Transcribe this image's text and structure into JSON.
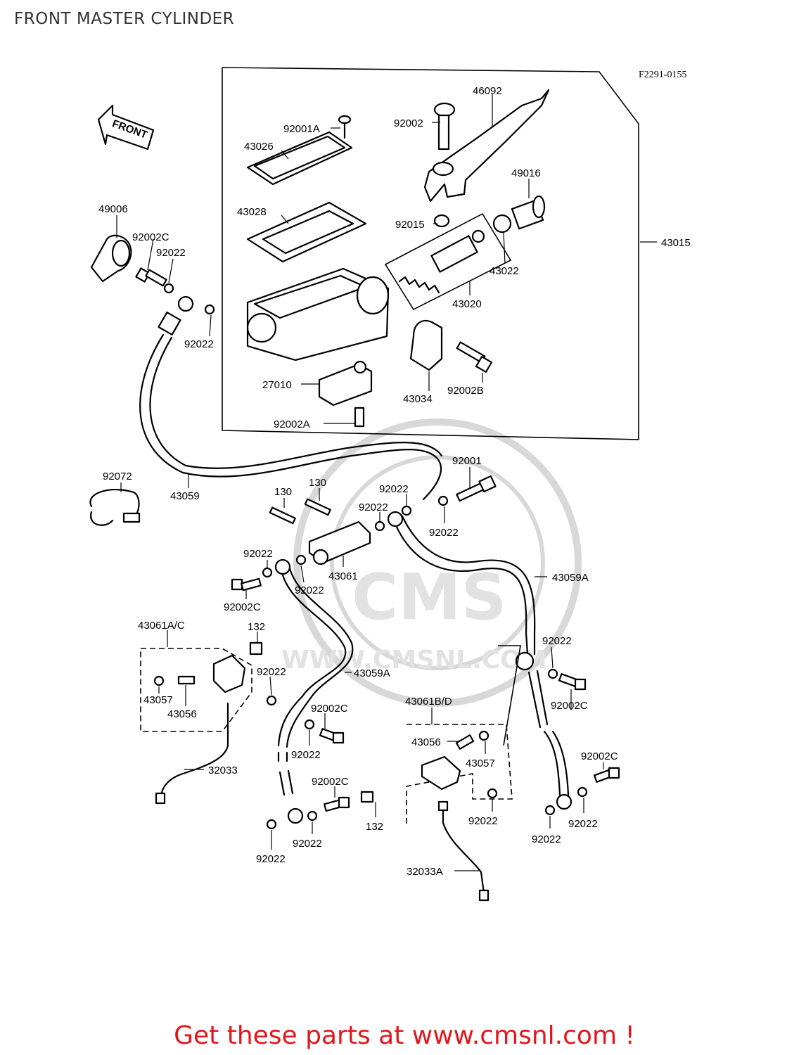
{
  "title": "FRONT MASTER CYLINDER",
  "figure_code": "F2291-0155",
  "front_arrow_label": "FRONT",
  "watermark": {
    "brand": "CMS",
    "url": "WWW.CMSNL.COM"
  },
  "footer": "Get these parts at www.cmsnl.com !",
  "labels": {
    "p92001A": "92001A",
    "p43026": "43026",
    "p43028": "43028",
    "p92002_top": "92002",
    "p46092": "46092",
    "p49016": "49016",
    "p92015": "92015",
    "p43015": "43015",
    "p43022": "43022",
    "p43020": "43020",
    "p49006": "49006",
    "p92002C_a": "92002C",
    "p92022_a": "92022",
    "p92022_b": "92022",
    "p43034": "43034",
    "p92002B": "92002B",
    "p27010": "27010",
    "p92002A": "92002A",
    "p92072": "92072",
    "p43059": "43059",
    "p130_a": "130",
    "p130_b": "130",
    "p92022_c": "92022",
    "p92001": "92001",
    "p92022_d": "92022",
    "p92022_e": "92022",
    "p92022_f": "92022",
    "p43061": "43061",
    "p92022_g": "92022",
    "p92002C_b": "92002C",
    "p43059A_a": "43059A",
    "p43061AC": "43061A/C",
    "p132_a": "132",
    "p92022_h": "92022",
    "p43059A_b": "43059A",
    "p43057_a": "43057",
    "p43056_a": "43056",
    "p92002C_c": "92002C",
    "p92022_i": "92022",
    "p92022_j": "92022",
    "p92002C_d": "92002C",
    "p43061BD": "43061B/D",
    "p43056_b": "43056",
    "p43057_b": "43057",
    "p92002C_e": "92002C",
    "p32033": "32033",
    "p92002C_f": "92002C",
    "p132_b": "132",
    "p92022_k": "92022",
    "p92022_l": "92022",
    "p92022_m": "92022",
    "p92022_n": "92022",
    "p92022_o": "92022",
    "p32033A": "32033A"
  }
}
